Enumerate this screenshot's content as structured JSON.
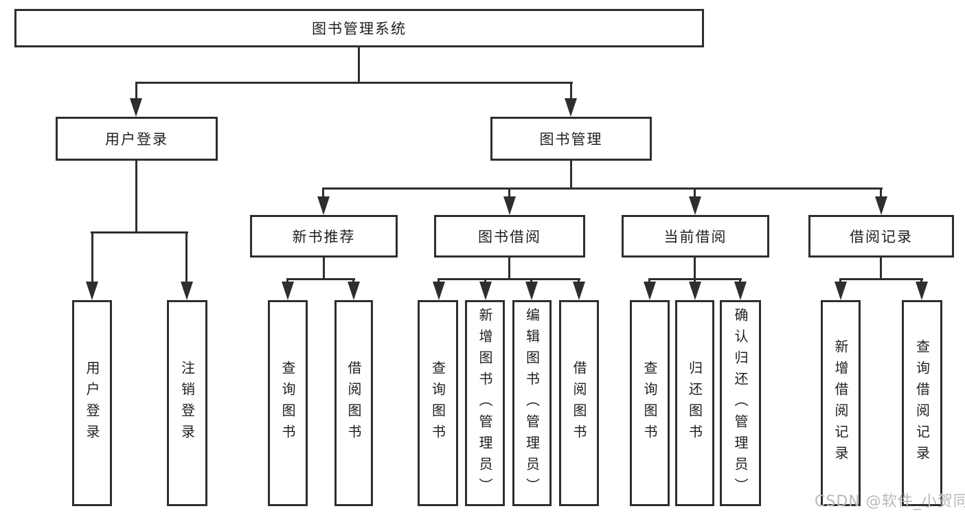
{
  "diagram": {
    "root": {
      "label": "图书管理系统"
    },
    "level2": [
      {
        "id": "user-login",
        "label": "用户登录"
      },
      {
        "id": "book-management",
        "label": "图书管理"
      }
    ],
    "level3": [
      {
        "id": "new-book-recommend",
        "label": "新书推荐"
      },
      {
        "id": "book-borrow",
        "label": "图书借阅"
      },
      {
        "id": "current-borrow",
        "label": "当前借阅"
      },
      {
        "id": "borrow-records",
        "label": "借阅记录"
      }
    ],
    "leaves": [
      {
        "id": "user-login-leaf",
        "parent": "user-login",
        "label": "用户登录"
      },
      {
        "id": "logout-login",
        "parent": "user-login",
        "label": "注销登录"
      },
      {
        "id": "query-books-1",
        "parent": "new-book-recommend",
        "label": "查询图书"
      },
      {
        "id": "borrow-books-1",
        "parent": "new-book-recommend",
        "label": "借阅图书"
      },
      {
        "id": "query-books-2",
        "parent": "book-borrow",
        "label": "查询图书"
      },
      {
        "id": "add-books-admin",
        "parent": "book-borrow",
        "label": "新增图书（管理员）"
      },
      {
        "id": "edit-books-admin",
        "parent": "book-borrow",
        "label": "编辑图书（管理员）"
      },
      {
        "id": "borrow-books-2",
        "parent": "book-borrow",
        "label": "借阅图书"
      },
      {
        "id": "query-books-3",
        "parent": "current-borrow",
        "label": "查询图书"
      },
      {
        "id": "return-books",
        "parent": "current-borrow",
        "label": "归还图书"
      },
      {
        "id": "confirm-return-admin",
        "parent": "current-borrow",
        "label": "确认归还（管理员）"
      },
      {
        "id": "add-borrow-record",
        "parent": "borrow-records",
        "label": "新增借阅记录"
      },
      {
        "id": "query-borrow-record",
        "parent": "borrow-records",
        "label": "查询借阅记录"
      }
    ],
    "watermark": "CSDN @软件_小贺同学",
    "colors": {
      "line": "#2e2e2e",
      "text": "#1f1f1f",
      "watermark": "#b9b9b9",
      "background": "#ffffff"
    }
  }
}
